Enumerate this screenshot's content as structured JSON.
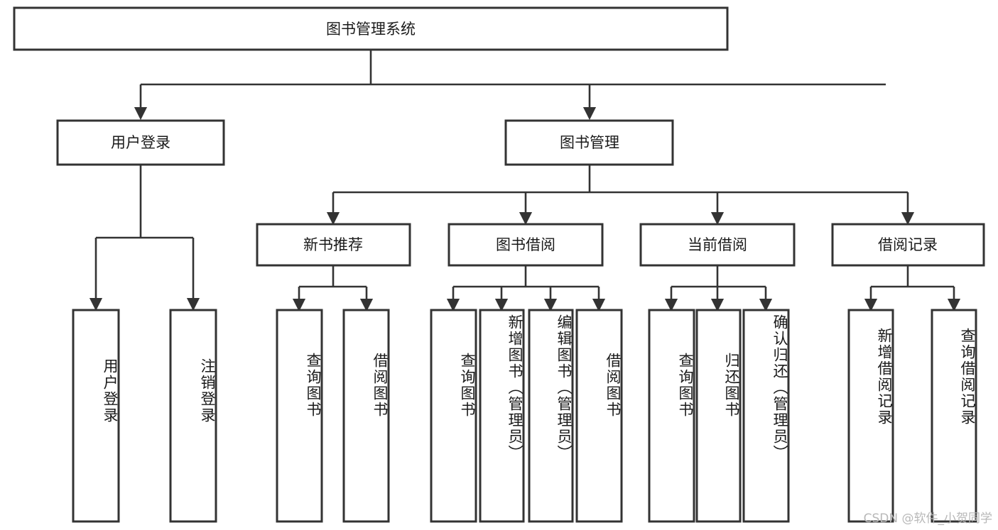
{
  "diagram": {
    "type": "tree-hierarchy",
    "title": "图书管理系统",
    "watermark": "CSDN @软件_小贺同学",
    "colors": {
      "stroke": "#333333",
      "fill": "#ffffff",
      "text": "#1a1a1a",
      "watermark": "#b8b8b8"
    },
    "levels": {
      "root": {
        "label": "图书管理系统"
      },
      "level2": [
        {
          "label": "用户登录"
        },
        {
          "label": "图书管理"
        }
      ],
      "level3": [
        {
          "label": "新书推荐"
        },
        {
          "label": "图书借阅"
        },
        {
          "label": "当前借阅"
        },
        {
          "label": "借阅记录"
        }
      ],
      "leaves": {
        "user_login": [
          {
            "label": "用户登录"
          },
          {
            "label": "注销登录"
          }
        ],
        "new_book_recommend": [
          {
            "label": "查询图书"
          },
          {
            "label": "借阅图书"
          }
        ],
        "book_borrow": [
          {
            "label": "查询图书"
          },
          {
            "label": "新增图书（管理员）"
          },
          {
            "label": "编辑图书（管理员）"
          },
          {
            "label": "借阅图书"
          }
        ],
        "current_borrow": [
          {
            "label": "查询图书"
          },
          {
            "label": "归还图书"
          },
          {
            "label": "确认归还（管理员）"
          }
        ],
        "borrow_record": [
          {
            "label": "新增借阅记录"
          },
          {
            "label": "查询借阅记录"
          }
        ]
      }
    }
  }
}
